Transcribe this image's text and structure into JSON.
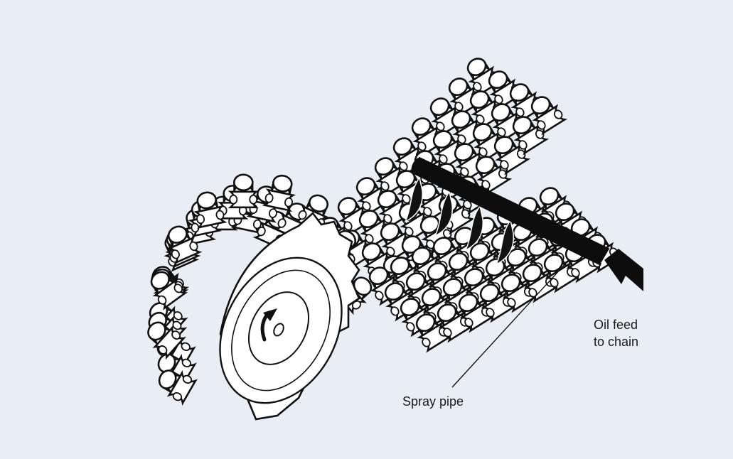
{
  "diagram": {
    "labels": {
      "oil_feed_line1": "Oil feed",
      "oil_feed_line2": "to chain",
      "spray_pipe": "Spray pipe"
    },
    "colors": {
      "background": "#e9eef5",
      "ink": "#111111",
      "paper": "#ffffff",
      "pipe": "#0d0d0d"
    },
    "icons": [
      "rotation-arrow-icon",
      "oil-feed-arrow-icon",
      "oil-drip-icon"
    ]
  }
}
